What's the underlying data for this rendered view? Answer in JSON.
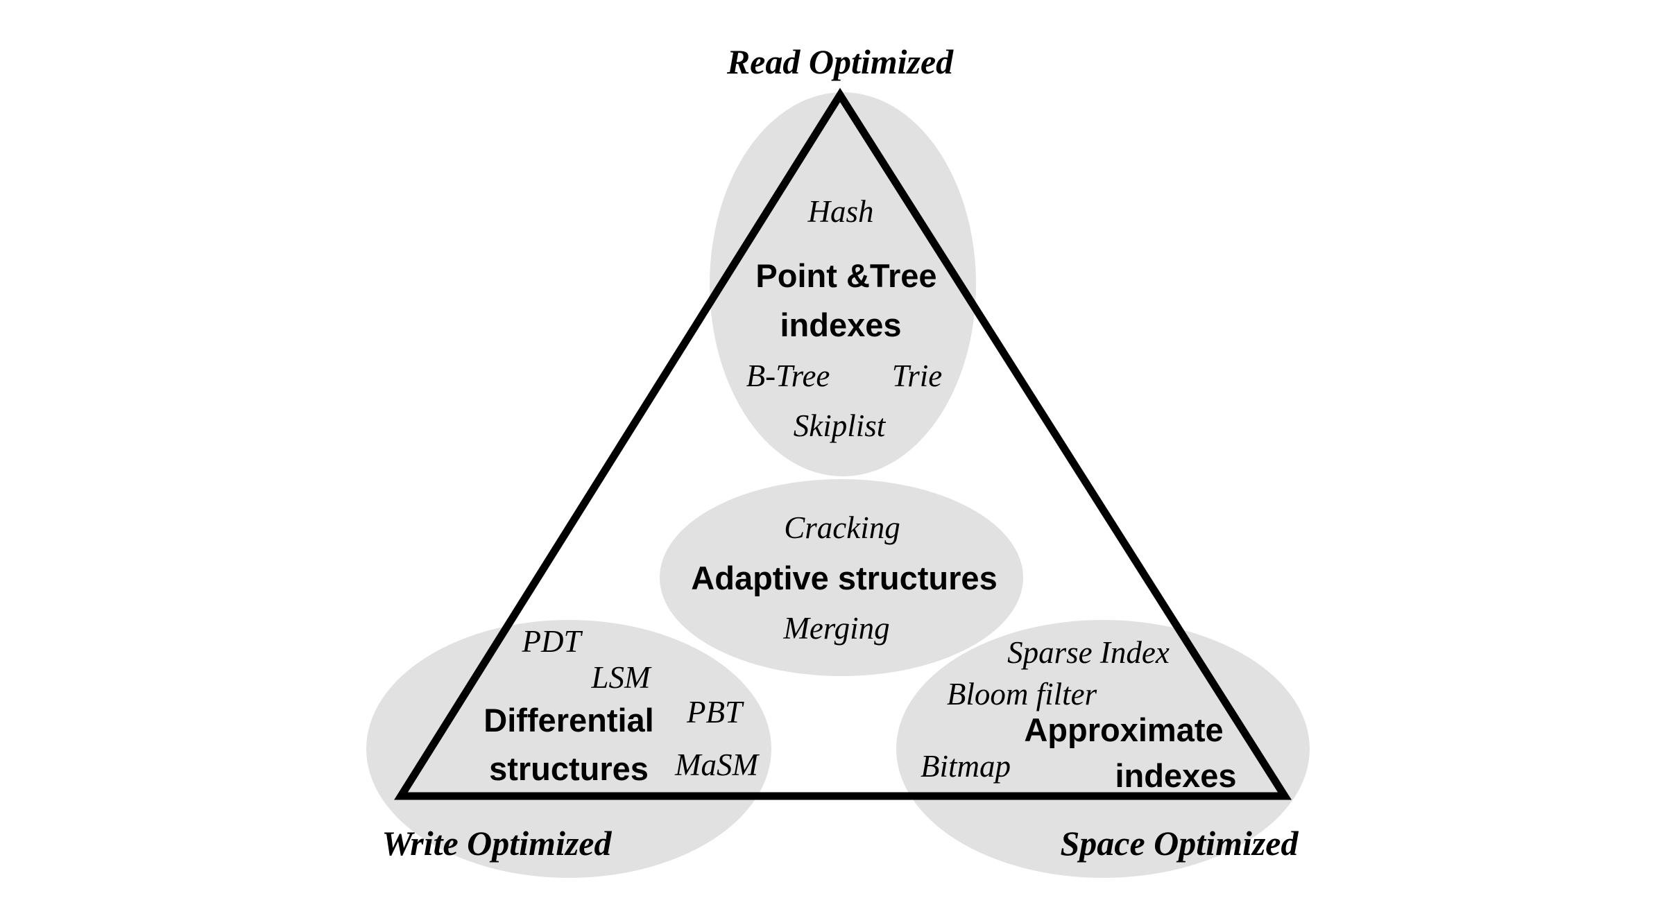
{
  "corners": {
    "read": "Read Optimized",
    "write": "Write Optimized",
    "space": "Space Optimized"
  },
  "groups": {
    "point_tree": {
      "title_line1": "Point &Tree",
      "title_line2": "indexes",
      "items": [
        "Hash",
        "B-Tree",
        "Trie",
        "Skiplist"
      ]
    },
    "adaptive": {
      "title": "Adaptive structures",
      "items": [
        "Cracking",
        "Merging"
      ]
    },
    "differential": {
      "title_line1": "Differential",
      "title_line2": "structures",
      "items": [
        "PDT",
        "LSM",
        "PBT",
        "MaSM"
      ]
    },
    "approximate": {
      "title_line1": "Approximate",
      "title_line2": "indexes",
      "items": [
        "Sparse Index",
        "Bloom filter",
        "Bitmap"
      ]
    }
  },
  "colors": {
    "ellipse_fill": "#e1e1e1",
    "triangle_stroke": "#000000",
    "text": "#000000",
    "background": "#ffffff"
  }
}
